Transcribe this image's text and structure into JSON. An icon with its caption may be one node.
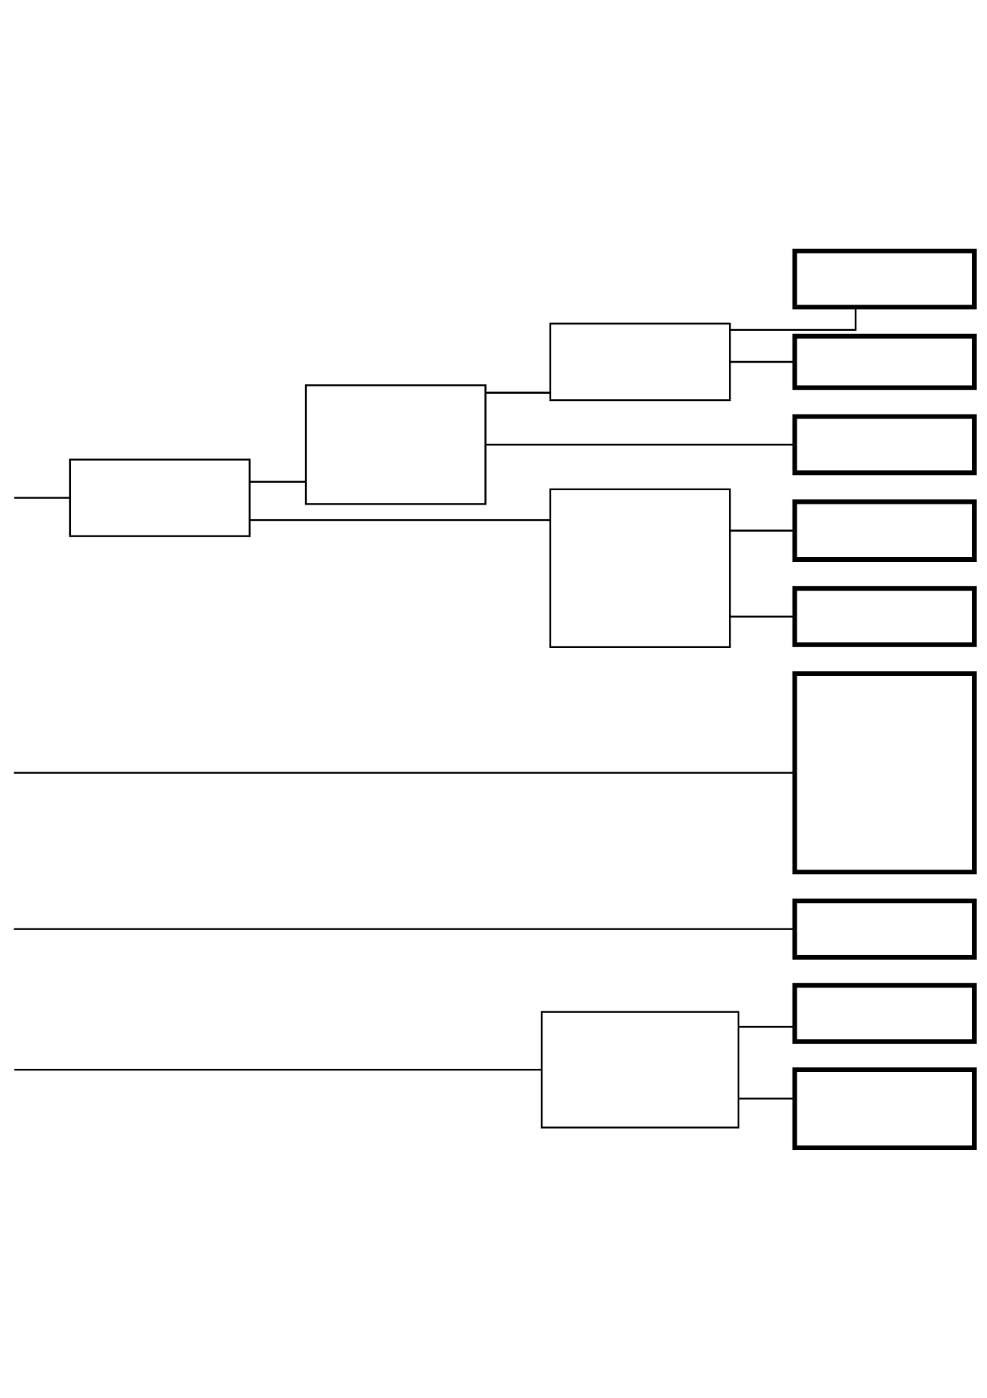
{
  "diagram": {
    "nodes": [
      {
        "text": [],
        "shape": "box"
      },
      {
        "text": [],
        "shape": "box"
      },
      {
        "text": [],
        "shape": "box"
      },
      {
        "text": [],
        "shape": "box"
      },
      {
        "text": [],
        "shape": "box"
      },
      {
        "text": [],
        "shape": "box"
      },
      {
        "text": [],
        "shape": "box"
      },
      {
        "text": [],
        "shape": "box"
      },
      {
        "text": [],
        "shape": "box"
      },
      {
        "text": [],
        "shape": "box"
      },
      {
        "text": [],
        "shape": "box"
      },
      {
        "text": [],
        "shape": "box"
      },
      {
        "text": [],
        "shape": "box"
      },
      {
        "text": [],
        "shape": "box"
      }
    ],
    "edges": [
      {
        "from": null,
        "to": 0,
        "arrow": "none"
      },
      {
        "from": null,
        "to": 9,
        "arrow": "none"
      },
      {
        "from": 0,
        "to": 1,
        "arrow": "none"
      },
      {
        "from": 0,
        "to": 2,
        "arrow": "none"
      },
      {
        "from": 1,
        "to": 3,
        "arrow": "none"
      },
      {
        "from": 1,
        "to": 6,
        "arrow": "none"
      },
      {
        "from": 3,
        "to": 4,
        "arrow": "none"
      },
      {
        "from": 3,
        "to": 5,
        "arrow": "none"
      },
      {
        "from": 2,
        "to": 7,
        "arrow": "none"
      },
      {
        "from": 2,
        "to": 8,
        "arrow": "none"
      },
      {
        "from": null,
        "to": 10,
        "arrow": "none"
      },
      {
        "from": null,
        "to": 11,
        "arrow": "none"
      },
      {
        "from": 11,
        "to": 12,
        "arrow": "none"
      },
      {
        "from": 11,
        "to": 13,
        "arrow": "none"
      }
    ]
  }
}
